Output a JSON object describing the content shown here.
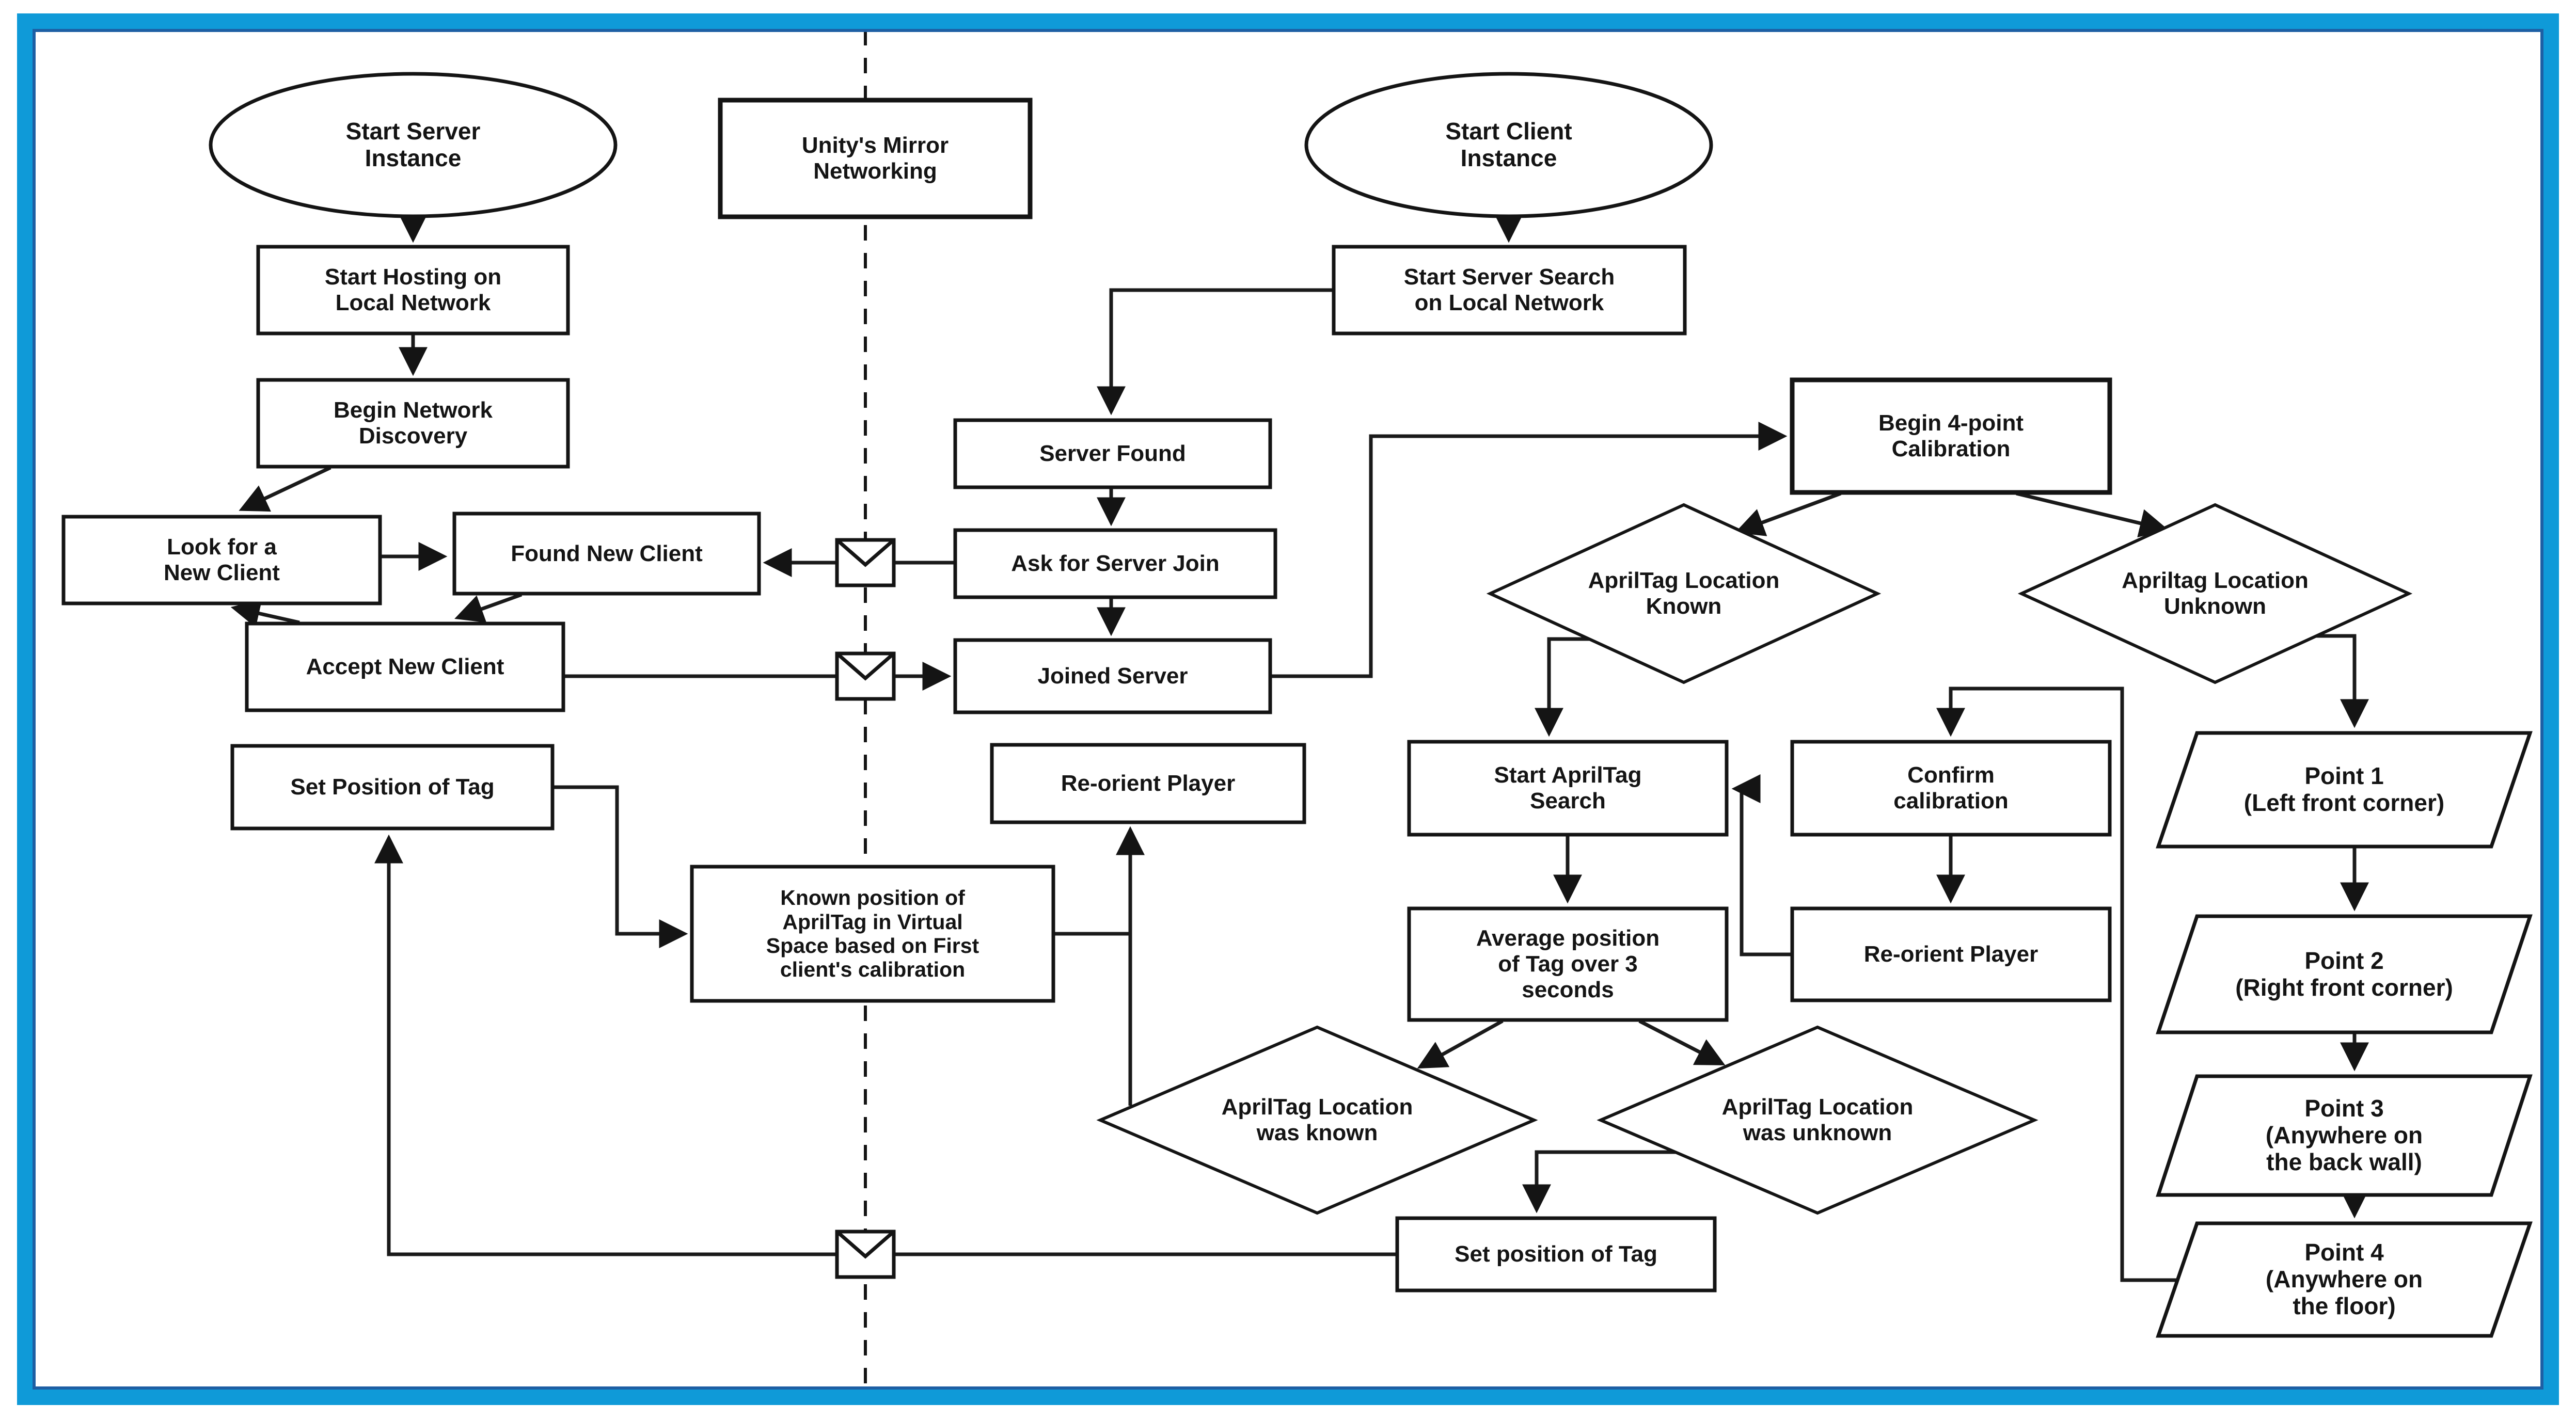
{
  "diagram": {
    "type": "flowchart",
    "subject": "Unity Mirror Networking server/client AprilTag calibration flow",
    "boundary": {
      "style": "vertical-dashed-line",
      "meaning_left": "Server instance",
      "meaning_right": "Client instance"
    },
    "colors": {
      "frame_outer": "#0f9ad8",
      "frame_inner_edge": "#1d5fa4",
      "node_fill": "#ffffff",
      "stroke": "#141414",
      "background": "#ffffff"
    },
    "icons": {
      "message": "envelope-icon"
    }
  },
  "nodes": {
    "unity_mirror": {
      "shape": "rect",
      "label": "Unity's Mirror\nNetworking"
    },
    "start_server": {
      "shape": "ellipse",
      "label": "Start Server\nInstance"
    },
    "start_hosting": {
      "shape": "rect",
      "label": "Start Hosting on\nLocal Network"
    },
    "begin_discovery": {
      "shape": "rect",
      "label": "Begin Network\nDiscovery"
    },
    "look_for_client": {
      "shape": "rect",
      "label": "Look for a\nNew Client"
    },
    "found_new_client": {
      "shape": "rect",
      "label": "Found New Client"
    },
    "accept_new_client": {
      "shape": "rect",
      "label": "Accept New Client"
    },
    "set_position_left": {
      "shape": "rect",
      "label": "Set Position of Tag"
    },
    "known_position": {
      "shape": "rect",
      "label": "Known position of\nAprilTag in Virtual\nSpace based on First\nclient's calibration"
    },
    "reorient_middle": {
      "shape": "rect",
      "label": "Re-orient Player"
    },
    "start_client": {
      "shape": "ellipse",
      "label": "Start Client\nInstance"
    },
    "start_server_search": {
      "shape": "rect",
      "label": "Start Server Search\non Local Network"
    },
    "server_found": {
      "shape": "rect",
      "label": "Server Found"
    },
    "ask_server_join": {
      "shape": "rect",
      "label": "Ask for Server Join"
    },
    "joined_server": {
      "shape": "rect",
      "label": "Joined Server"
    },
    "begin_4point": {
      "shape": "rect",
      "label": "Begin 4-point\nCalibration"
    },
    "apriltag_known": {
      "shape": "diamond",
      "label": "AprilTag Location\nKnown"
    },
    "apriltag_unknown": {
      "shape": "diamond",
      "label": "Apriltag Location\nUnknown"
    },
    "start_apriltag_search": {
      "shape": "rect",
      "label": "Start AprilTag\nSearch"
    },
    "confirm_calibration": {
      "shape": "rect",
      "label": "Confirm\ncalibration"
    },
    "reorient_right": {
      "shape": "rect",
      "label": "Re-orient Player"
    },
    "average_position": {
      "shape": "rect",
      "label": "Average position\nof Tag over 3\nseconds"
    },
    "was_known": {
      "shape": "diamond",
      "label": "AprilTag Location\nwas known"
    },
    "was_unknown": {
      "shape": "diamond",
      "label": "AprilTag Location\nwas unknown"
    },
    "set_position_bottom": {
      "shape": "rect",
      "label": "Set position of Tag"
    },
    "point1": {
      "shape": "parallelogram",
      "label": "Point 1\n(Left front corner)"
    },
    "point2": {
      "shape": "parallelogram",
      "label": "Point 2\n(Right front corner)"
    },
    "point3": {
      "shape": "parallelogram",
      "label": "Point 3\n(Anywhere on\nthe back wall)"
    },
    "point4": {
      "shape": "parallelogram",
      "label": "Point 4\n(Anywhere on\nthe floor)"
    }
  }
}
